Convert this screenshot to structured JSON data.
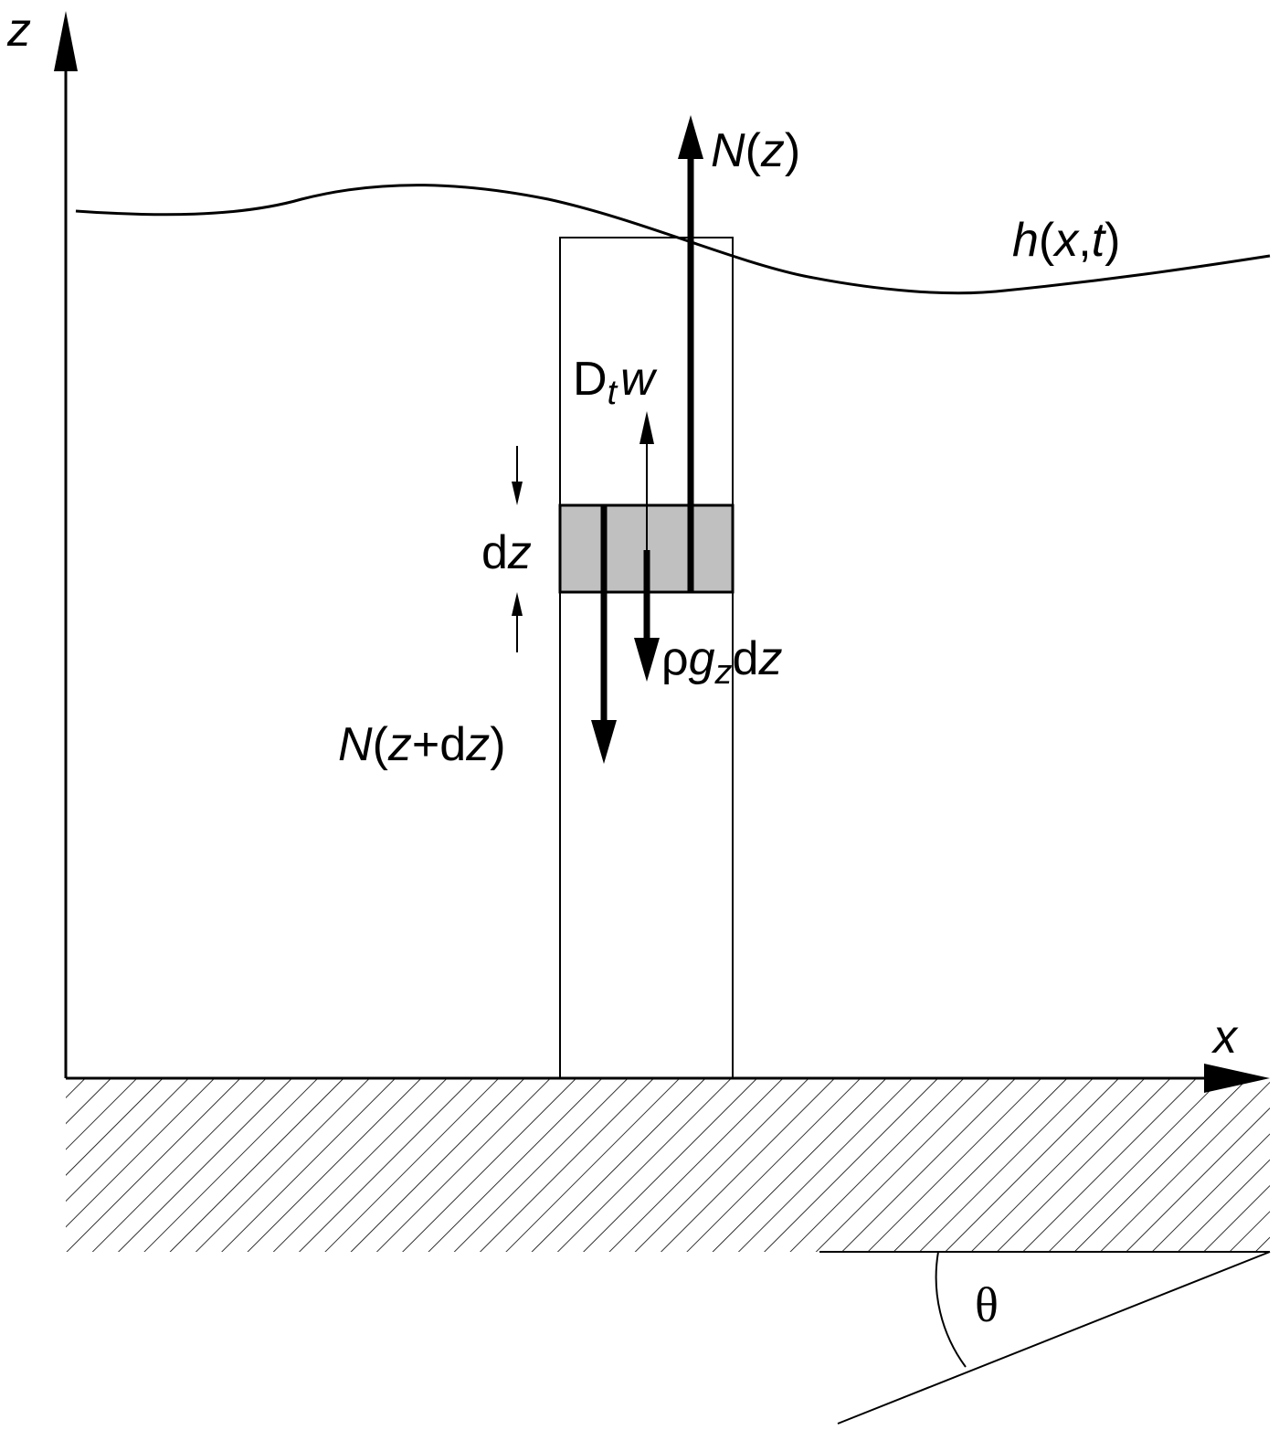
{
  "labels": {
    "z_axis": "z",
    "x_axis": "x",
    "surface": {
      "h": "h",
      "open": "(",
      "x": "x",
      "comma": ",",
      "t": "t",
      "close": ")"
    },
    "top_force": {
      "N": "N",
      "open": "(",
      "z": "z",
      "close": ")"
    },
    "bottom_force": {
      "N": "N",
      "open": "(",
      "z": "z",
      "plus": "+d",
      "z2": "z",
      "close": ")"
    },
    "acceleration": {
      "D": "D",
      "t": "t",
      "w": "w"
    },
    "gravity": {
      "rho": "ρ",
      "g": "g",
      "z_sub": "z",
      "d": "d",
      "z": "z"
    },
    "thickness": {
      "d": "d",
      "z": "z"
    },
    "angle": "θ"
  },
  "colors": {
    "line": "#000000",
    "slab_fill": "#c0c0c0",
    "background": "#ffffff"
  }
}
